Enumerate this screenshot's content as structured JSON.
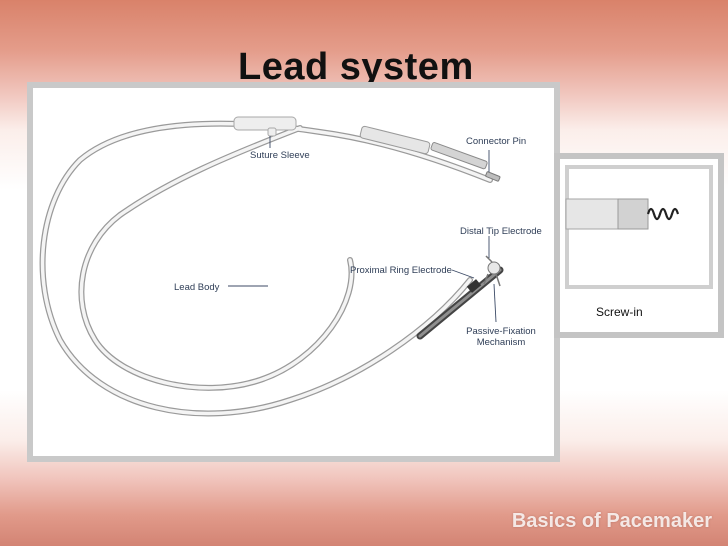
{
  "slide": {
    "title": "Lead system",
    "footer": "Basics of Pacemaker"
  },
  "diagram": {
    "labels": {
      "connector_pin": "Connector Pin",
      "suture_sleeve": "Suture Sleeve",
      "distal_tip_electrode": "Distal Tip Electrode",
      "proximal_ring_electrode": "Proximal Ring Electrode",
      "lead_body": "Lead Body",
      "passive_fixation_line1": "Passive-Fixation",
      "passive_fixation_line2": "Mechanism"
    },
    "inset_caption": "Screw-in"
  },
  "colors": {
    "label_text": "#2f3e57",
    "lead_outline": "#9a9a9a",
    "panel_border": "#c9c9c9"
  }
}
